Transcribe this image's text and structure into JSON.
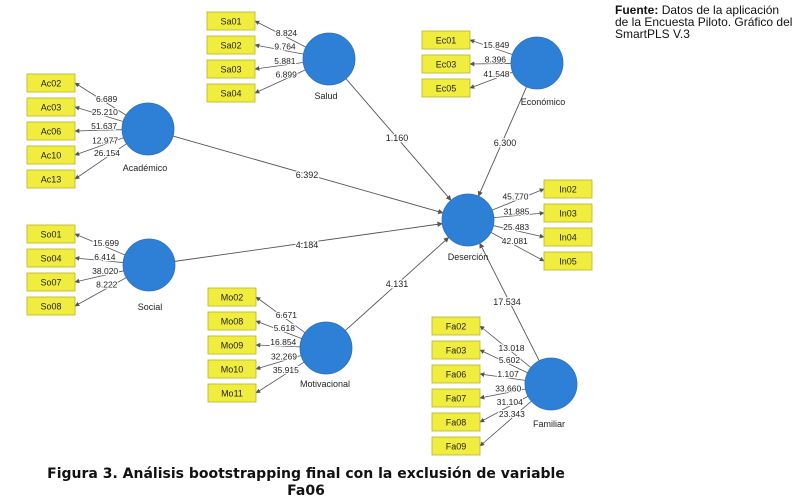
{
  "source": {
    "label": "Fuente:",
    "text": "Datos de la aplicación de la Encuesta Piloto. Gráfico del SmartPLS V.3"
  },
  "caption": {
    "line1": "Figura 3. Análisis bootstrapping final con la exclusión de variable",
    "line2": "Fa06"
  },
  "colors": {
    "construct_fill": "#2e7fd6",
    "indicator_fill": "#f1ed3f",
    "indicator_border": "#b8b42a",
    "edge": "#555555"
  },
  "constructs": [
    {
      "id": "salud",
      "label": "Salud"
    },
    {
      "id": "economico",
      "label": "Económico"
    },
    {
      "id": "academico",
      "label": "Académico"
    },
    {
      "id": "social",
      "label": "Social"
    },
    {
      "id": "motivacional",
      "label": "Motivacional"
    },
    {
      "id": "familiar",
      "label": "Familiar"
    },
    {
      "id": "desercion",
      "label": "Deserción"
    }
  ],
  "indicators": {
    "salud": [
      {
        "label": "Sa01",
        "weight": "8.824"
      },
      {
        "label": "Sa02",
        "weight": "9.764"
      },
      {
        "label": "Sa03",
        "weight": "5.881"
      },
      {
        "label": "Sa04",
        "weight": "6.899"
      }
    ],
    "economico": [
      {
        "label": "Ec01",
        "weight": "15.849"
      },
      {
        "label": "Ec03",
        "weight": "8.396"
      },
      {
        "label": "Ec05",
        "weight": "41.548"
      }
    ],
    "academico": [
      {
        "label": "Ac02",
        "weight": "6.689"
      },
      {
        "label": "Ac03",
        "weight": "25.210"
      },
      {
        "label": "Ac06",
        "weight": "51.637"
      },
      {
        "label": "Ac10",
        "weight": "12.977"
      },
      {
        "label": "Ac13",
        "weight": "26.154"
      }
    ],
    "social": [
      {
        "label": "So01",
        "weight": "15.699"
      },
      {
        "label": "So04",
        "weight": "6.414"
      },
      {
        "label": "So07",
        "weight": "38.020"
      },
      {
        "label": "So08",
        "weight": "8.222"
      }
    ],
    "motivacional": [
      {
        "label": "Mo02",
        "weight": "6.671"
      },
      {
        "label": "Mo08",
        "weight": "5.618"
      },
      {
        "label": "Mo09",
        "weight": "16.854"
      },
      {
        "label": "Mo10",
        "weight": "32.269"
      },
      {
        "label": "Mo11",
        "weight": "35.915"
      }
    ],
    "familiar": [
      {
        "label": "Fa02",
        "weight": "13.018"
      },
      {
        "label": "Fa03",
        "weight": "5.602"
      },
      {
        "label": "Fa06",
        "weight": "1.107"
      },
      {
        "label": "Fa07",
        "weight": "33.660"
      },
      {
        "label": "Fa08",
        "weight": "31.104"
      },
      {
        "label": "Fa09",
        "weight": "23.343"
      }
    ],
    "desercion": [
      {
        "label": "In02",
        "weight": "45.770"
      },
      {
        "label": "In03",
        "weight": "31.885"
      },
      {
        "label": "In04",
        "weight": "25.483"
      },
      {
        "label": "In05",
        "weight": "42.081"
      }
    ]
  },
  "paths": [
    {
      "from": "salud",
      "to": "desercion",
      "value": "1.160"
    },
    {
      "from": "economico",
      "to": "desercion",
      "value": "6.300"
    },
    {
      "from": "academico",
      "to": "desercion",
      "value": "6.392"
    },
    {
      "from": "social",
      "to": "desercion",
      "value": "4.184"
    },
    {
      "from": "motivacional",
      "to": "desercion",
      "value": "4.131"
    },
    {
      "from": "familiar",
      "to": "desercion",
      "value": "17.534"
    }
  ]
}
